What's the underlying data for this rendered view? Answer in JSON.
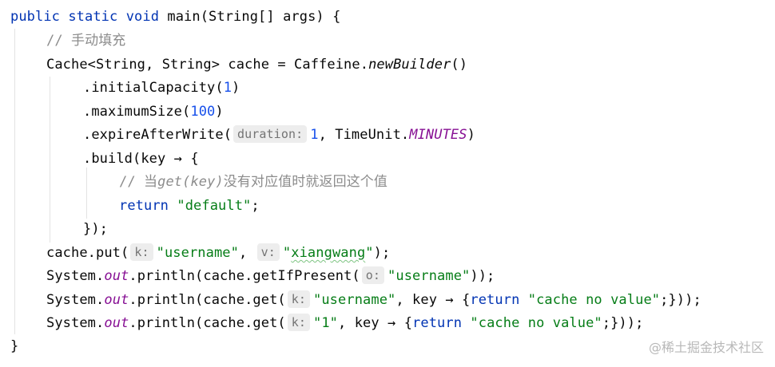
{
  "code": {
    "l1": {
      "a": "public static void ",
      "b": "main(String[] args) {"
    },
    "l2": {
      "comment": "// 手动填充"
    },
    "l3": {
      "a": "Cache<String, String> cache = Caffeine.",
      "m": "newBuilder",
      "b": "()"
    },
    "l4": {
      "a": ".initialCapacity(",
      "n": "1",
      "b": ")"
    },
    "l5": {
      "a": ".maximumSize(",
      "n": "100",
      "b": ")"
    },
    "l6": {
      "a": ".expireAfterWrite(",
      "hint": "duration:",
      "n": "1",
      "b": ", TimeUnit.",
      "f": "MINUTES",
      "c": ")"
    },
    "l7": {
      "a": ".build(key → {"
    },
    "l8": {
      "c1": "// 当",
      "ci": "get(key)",
      "c2": "没有对应值时就返回这个值"
    },
    "l9": {
      "kw": "return ",
      "s": "\"default\"",
      "b": ";"
    },
    "l10": {
      "a": "});"
    },
    "l11": {
      "a": "cache.put(",
      "h1": "k:",
      "s1": "\"username\"",
      "b": ", ",
      "h2": "v:",
      "s2q1": "\"",
      "s2w": "xiangwang",
      "s2q2": "\"",
      "c": ");"
    },
    "l12": {
      "a": "System.",
      "f": "out",
      "b": ".println(cache.getIfPresent(",
      "h": "o:",
      "s": "\"username\"",
      "c": "));"
    },
    "l13": {
      "a": "System.",
      "f": "out",
      "b": ".println(cache.get(",
      "h": "k:",
      "s": "\"username\"",
      "c": ", key → {",
      "kw": "return ",
      "s2": "\"cache no value\"",
      "d": ";}));"
    },
    "l14": {
      "a": "System.",
      "f": "out",
      "b": ".println(cache.get(",
      "h": "k:",
      "s": "\"1\"",
      "c": ", key → {",
      "kw": "return ",
      "s2": "\"cache no value\"",
      "d": ";}));"
    },
    "l15": {
      "a": "}"
    }
  },
  "watermark": "@稀土掘金技术社区",
  "colors": {
    "keyword": "#0033b3",
    "number": "#1750eb",
    "string": "#067d17",
    "comment": "#8c8c8c",
    "field": "#871094"
  }
}
